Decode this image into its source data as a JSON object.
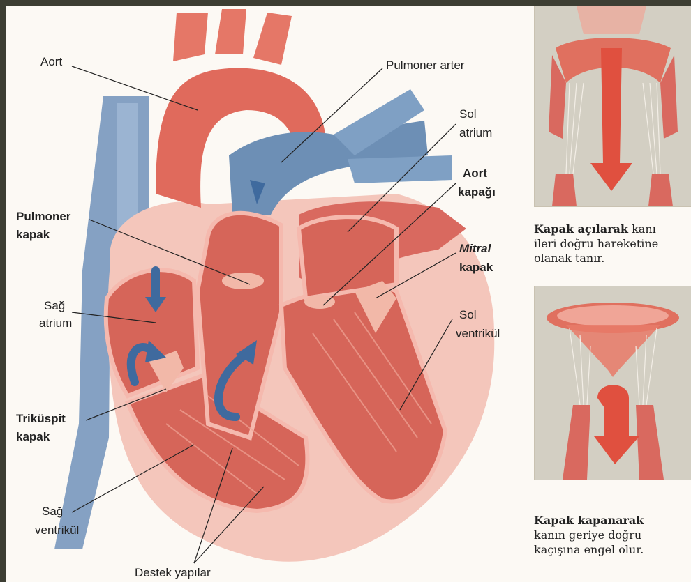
{
  "labels": {
    "aort": "Aort",
    "pulmoner_arter": "Pulmoner arter",
    "sol_atrium_1": "Sol",
    "sol_atrium_2": "atrium",
    "aort_kapagi_1": "Aort",
    "aort_kapagi_2": "kapağı",
    "pulmoner_kapak_1": "Pulmoner",
    "pulmoner_kapak_2": "kapak",
    "mitral_kapak_1": "Mitral",
    "mitral_kapak_2": "kapak",
    "sag_atrium_1": "Sağ",
    "sag_atrium_2": "atrium",
    "sol_ventrikul_1": "Sol",
    "sol_ventrikul_2": "ventrikül",
    "trikuspit_kapak_1": "Triküspit",
    "trikuspit_kapak_2": "kapak",
    "sag_ventrikul_1": "Sağ",
    "sag_ventrikul_2": "ventrikül",
    "destek_yapilar": "Destek yapılar"
  },
  "captions": {
    "open": {
      "bold": "Kapak açılarak",
      "rest1": " kanı",
      "line2": "ileri doğru hareketine",
      "line3": "olanak tanır."
    },
    "closed": {
      "bold": "Kapak kapanarak",
      "line2": "kanın geriye doğru",
      "line3": "kaçışına engel olur."
    }
  },
  "colors": {
    "muscle": "#d9695f",
    "muscle_light": "#f0a597",
    "vein_blue": "#5a7ea6",
    "arrow_blue": "#3f6a9e",
    "arrow_red": "#e0503f",
    "background_border": "#3d3e33"
  }
}
